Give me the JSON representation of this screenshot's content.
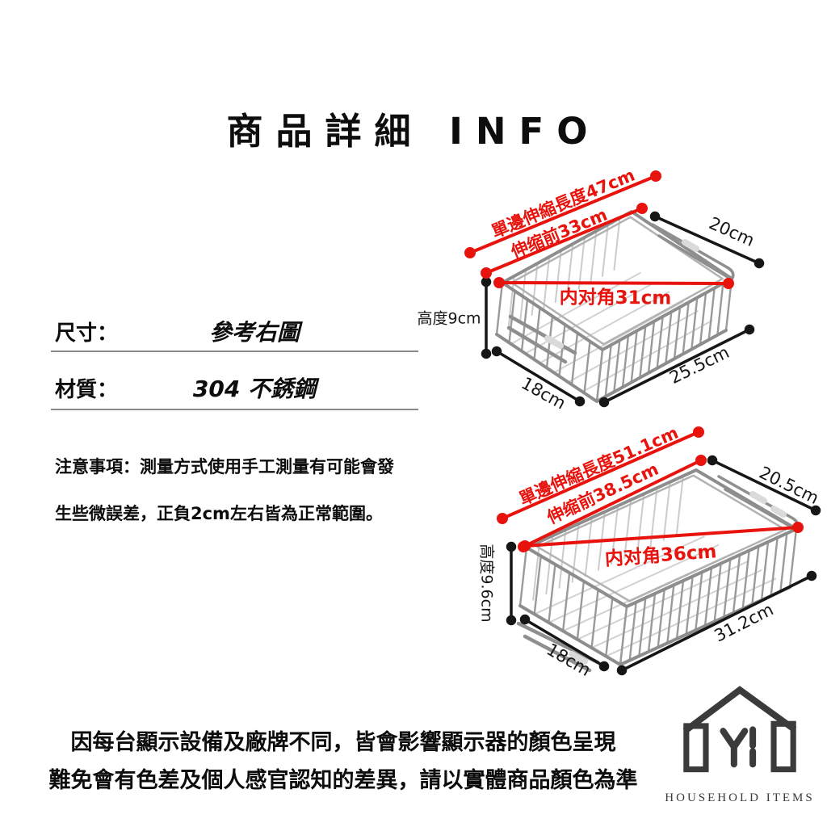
{
  "title": "商品詳細 INFO",
  "specs": {
    "rows": [
      {
        "label": "尺寸：",
        "value": "參考右圖"
      },
      {
        "label": "材質：",
        "value": "304 不銹鋼"
      }
    ],
    "note": {
      "line1": "注意事項：測量方式使用手工測量有可能會發",
      "line2": "生些微誤差，正負2cm左右皆為正常範圍。"
    }
  },
  "figures": {
    "top": {
      "annotations": {
        "extended": "單邊伸縮長度47cm",
        "before": "伸缩前33cm",
        "side": "20cm",
        "diagonal": "内对角31cm",
        "height": "高度9cm",
        "depth": "18cm",
        "length": "25.5cm"
      }
    },
    "bottom": {
      "annotations": {
        "extended": "單邊伸縮長度51.1cm",
        "before": "伸缩前38.5cm",
        "side": "20.5cm",
        "diagonal": "内对角36cm",
        "height": "高度9.6cm",
        "depth": "18cm",
        "length": "31.2cm"
      }
    }
  },
  "disclaimer": {
    "line1": "因每台顯示設備及廠牌不同，皆會影響顯示器的顏色呈現",
    "line2": "難免會有色差及個人感官認知的差異，請以實體商品顏色為準"
  },
  "logo": {
    "monogram": "YI",
    "caption": "HOUSEHOLD ITEMS"
  },
  "colors": {
    "annotation_red": "#e8130d",
    "annotation_black": "#161616",
    "divider_gray": "#8a8a8a",
    "wire_gray": "#9a9a9a",
    "text_black": "#0d0d0d"
  }
}
